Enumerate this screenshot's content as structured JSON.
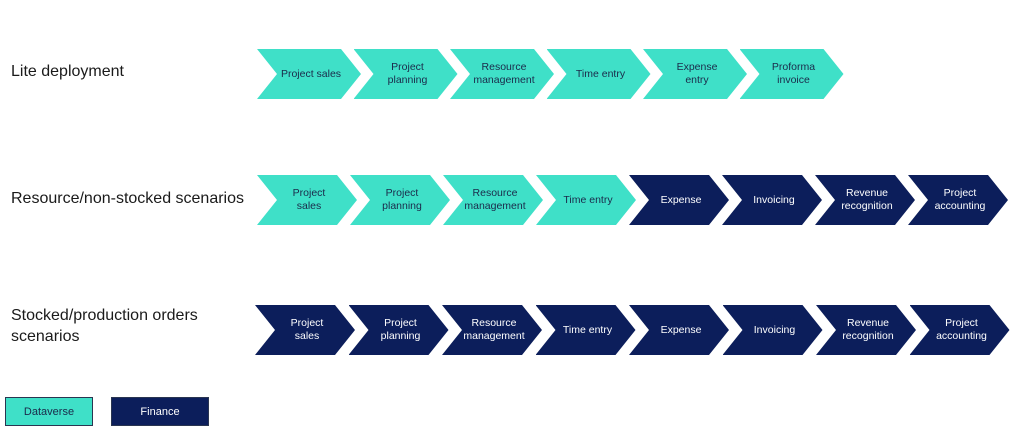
{
  "colors": {
    "dataverse": "#3fe0c8",
    "finance": "#0c1e5b"
  },
  "rows": [
    {
      "label": "Lite deployment",
      "steps": [
        {
          "text": "Project sales",
          "kind": "dataverse"
        },
        {
          "text": "Project\nplanning",
          "kind": "dataverse"
        },
        {
          "text": "Resource\nmanagement",
          "kind": "dataverse"
        },
        {
          "text": "Time entry",
          "kind": "dataverse"
        },
        {
          "text": "Expense\nentry",
          "kind": "dataverse"
        },
        {
          "text": "Proforma\ninvoice",
          "kind": "dataverse"
        }
      ]
    },
    {
      "label": "Resource/non-stocked scenarios",
      "steps": [
        {
          "text": "Project\nsales",
          "kind": "dataverse"
        },
        {
          "text": "Project\nplanning",
          "kind": "dataverse"
        },
        {
          "text": "Resource\nmanagement",
          "kind": "dataverse"
        },
        {
          "text": "Time entry",
          "kind": "dataverse"
        },
        {
          "text": "Expense",
          "kind": "finance"
        },
        {
          "text": "Invoicing",
          "kind": "finance"
        },
        {
          "text": "Revenue\nrecognition",
          "kind": "finance"
        },
        {
          "text": "Project\naccounting",
          "kind": "finance"
        }
      ]
    },
    {
      "label": "Stocked/production orders\nscenarios",
      "steps": [
        {
          "text": "Project\nsales",
          "kind": "finance"
        },
        {
          "text": "Project\nplanning",
          "kind": "finance"
        },
        {
          "text": "Resource\nmanagement",
          "kind": "finance"
        },
        {
          "text": "Time entry",
          "kind": "finance"
        },
        {
          "text": "Expense",
          "kind": "finance"
        },
        {
          "text": "Invoicing",
          "kind": "finance"
        },
        {
          "text": "Revenue\nrecognition",
          "kind": "finance"
        },
        {
          "text": "Project\naccounting",
          "kind": "finance"
        }
      ]
    }
  ],
  "legend": [
    {
      "text": "Dataverse",
      "kind": "dataverse"
    },
    {
      "text": "Finance",
      "kind": "finance"
    }
  ]
}
